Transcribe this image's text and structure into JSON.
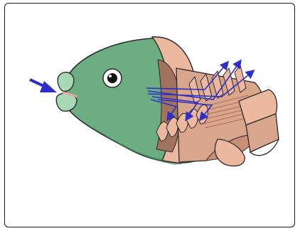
{
  "diagram": {
    "subject": "fish-gill-cross-section",
    "colors": {
      "body": "#6cae82",
      "body_dark": "#3e8a5c",
      "lip": "#a8d9b6",
      "flesh": "#ecb9a0",
      "flesh_dark": "#c98f76",
      "cavity": "#a0735e",
      "gill_filament": "#d98b72",
      "arrow": "#2e2ec8",
      "outline": "#2a2a2a"
    },
    "icons": [
      "water-inflow-arrow",
      "eye",
      "gill-arches",
      "water-outflow-arrows"
    ]
  }
}
